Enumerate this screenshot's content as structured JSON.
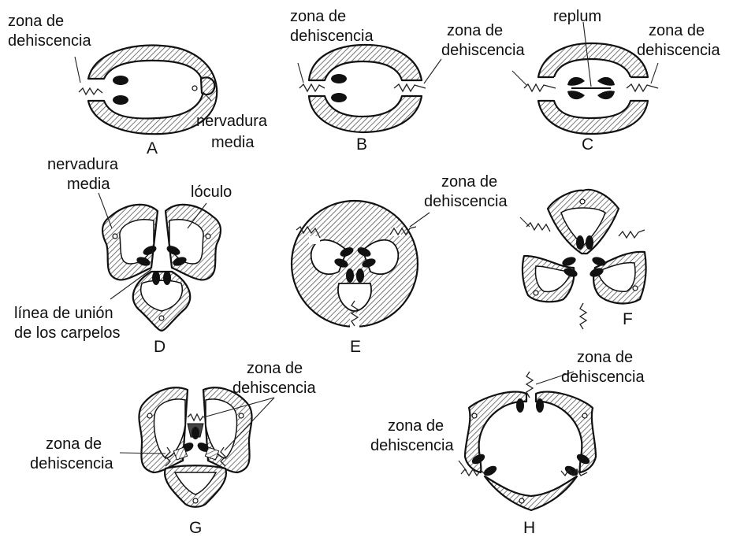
{
  "labels": {
    "dehiscence": [
      "zona de",
      "dehiscencia"
    ],
    "midrib": [
      "nervadura",
      "media"
    ],
    "replum": "replum",
    "locule": "lóculo",
    "carpel_junction": [
      "línea de unión",
      "de los carpelos"
    ]
  },
  "panels": [
    {
      "letter": "A"
    },
    {
      "letter": "B"
    },
    {
      "letter": "C"
    },
    {
      "letter": "D"
    },
    {
      "letter": "E"
    },
    {
      "letter": "F"
    },
    {
      "letter": "G"
    },
    {
      "letter": "H"
    }
  ],
  "colors": {
    "ink": "#111111",
    "hatch": "#555555",
    "background": "#ffffff"
  }
}
